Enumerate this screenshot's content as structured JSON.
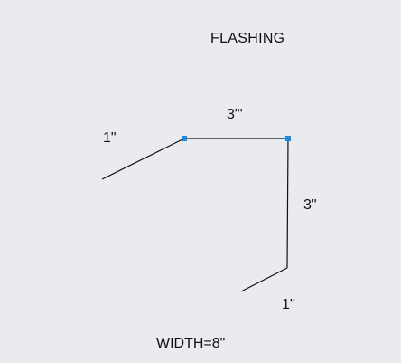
{
  "title": "FLASHING",
  "width_note": "WIDTH=8\"",
  "segments": {
    "left_hem_label": "1\"",
    "top_label": "3\"'",
    "right_label": "3\"",
    "bottom_hem_label": "1''"
  },
  "colors": {
    "background": "#e9ebee",
    "line": "#111111",
    "vertex_handle": "#1e88e5"
  }
}
